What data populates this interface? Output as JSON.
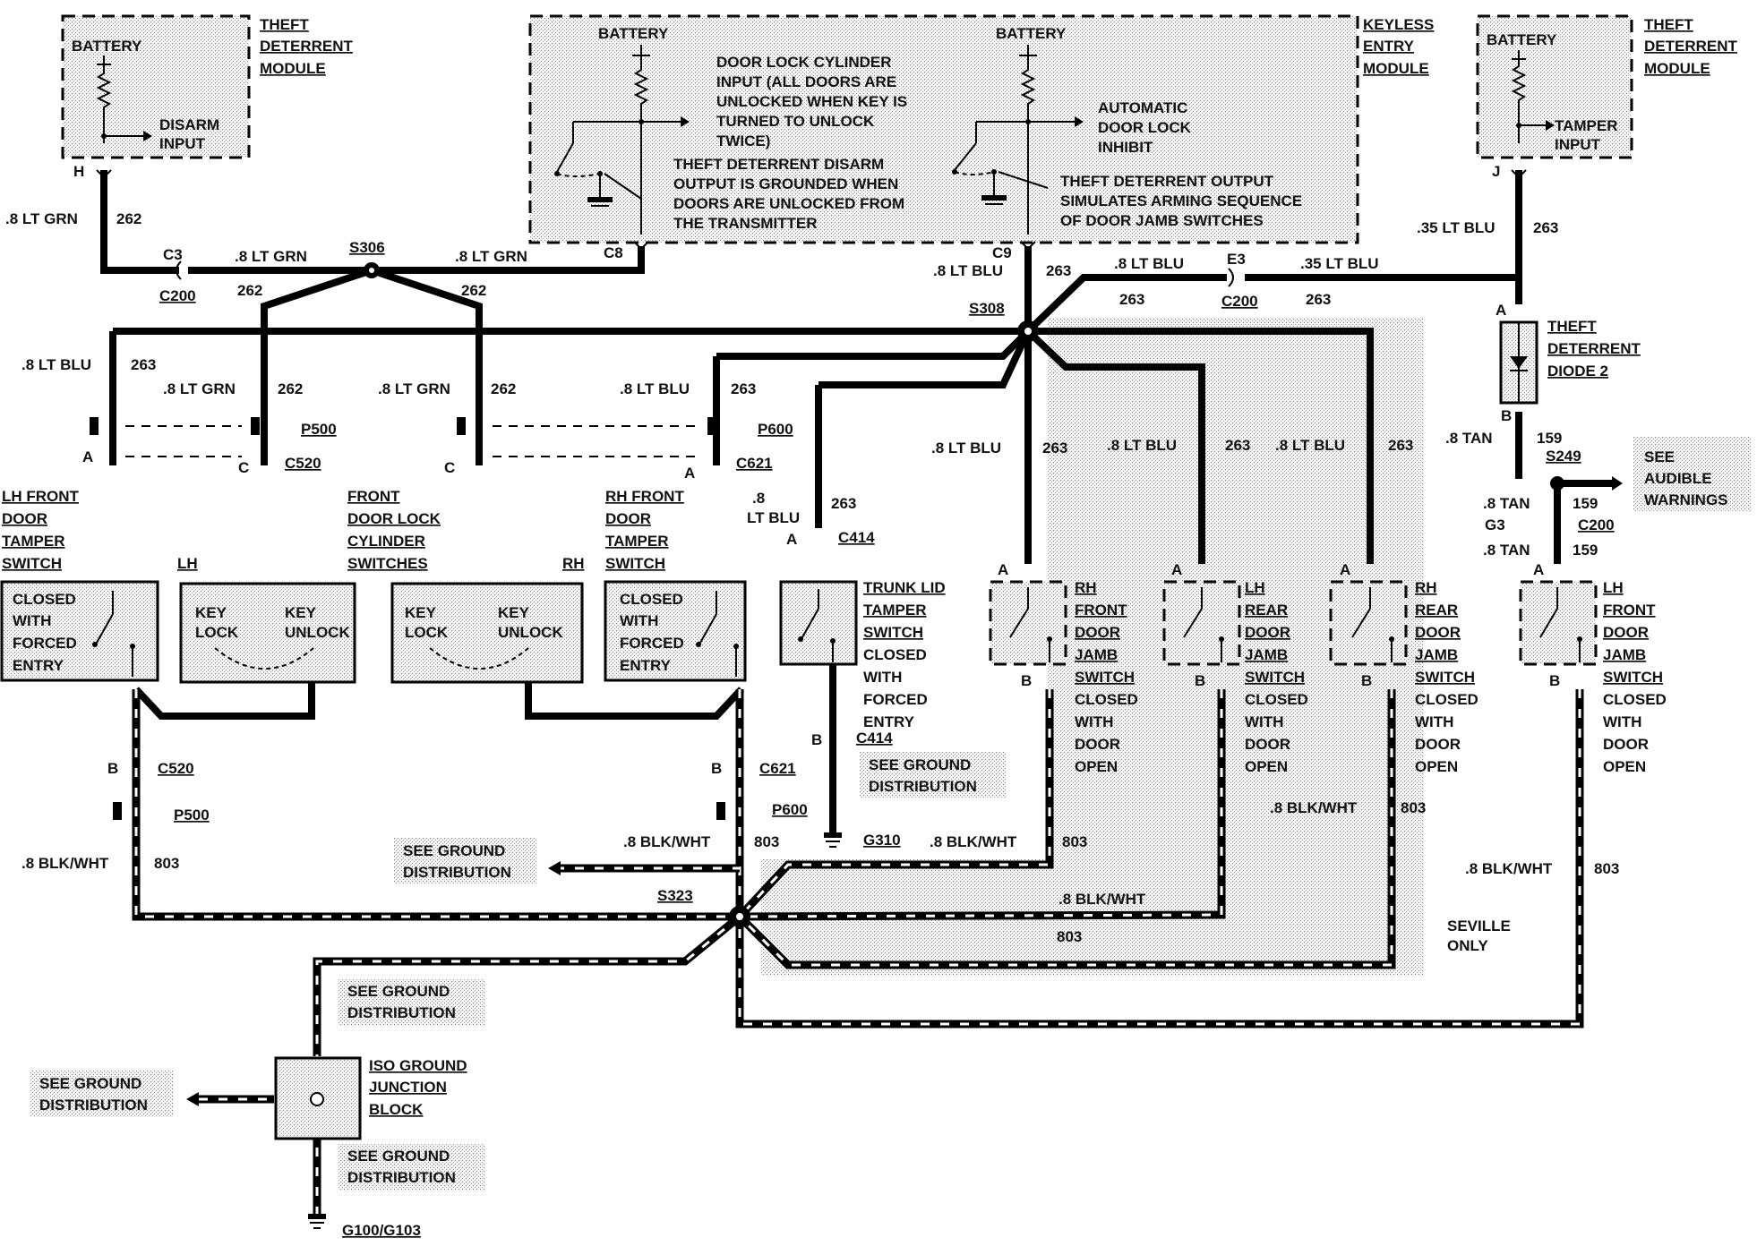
{
  "modules": {
    "tdm_left": {
      "battery": "BATTERY",
      "input": [
        "DISARM",
        "INPUT"
      ],
      "name": [
        "THEFT",
        "DETERRENT",
        "MODULE"
      ],
      "pin": "H"
    },
    "tdm_right": {
      "battery": "BATTERY",
      "input": [
        "TAMPER",
        "INPUT"
      ],
      "name": [
        "THEFT",
        "DETERRENT",
        "MODULE"
      ],
      "pin": "J"
    },
    "keyless": {
      "name": [
        "KEYLESS",
        "ENTRY",
        "MODULE"
      ],
      "battery_a": "BATTERY",
      "battery_b": "BATTERY",
      "note_cyl": [
        "DOOR  LOCK CYLINDER",
        "INPUT  (ALL DOORS ARE",
        "UNLOCKED WHEN KEY IS",
        "TURNED TO UNLOCK",
        "TWICE)"
      ],
      "note_disarm": [
        "THEFT DETERRENT DISARM",
        "OUTPUT IS GROUNDED WHEN",
        "DOORS ARE UNLOCKED FROM",
        "THE TRANSMITTER"
      ],
      "note_auto": [
        "AUTOMATIC",
        "DOOR LOCK",
        "INHIBIT"
      ],
      "note_output": [
        "THEFT DETERRENT OUTPUT",
        "SIMULATES ARMING SEQUENCE",
        "OF DOOR JAMB SWITCHES"
      ],
      "pin_c8": "C8",
      "pin_c9": "C9"
    }
  },
  "wires": {
    "lt_grn_8": ".8 LT GRN",
    "lt_blu_8": ".8 LT BLU",
    "lt_blu_35": ".35 LT BLU",
    "tan_8": ".8 TAN",
    "blk_wht_8": ".8 BLK/WHT",
    "c262": "262",
    "c263": "263",
    "c159": "159",
    "c803": "803",
    "lt_8": ".8",
    "lt_blu": "LT BLU"
  },
  "connectors": {
    "c3": "C3",
    "c200": "C200",
    "e3": "E3",
    "g3": "G3",
    "s306": "S306",
    "s308": "S308",
    "s249": "S249",
    "s323": "S323",
    "p500": "P500",
    "p600": "P600",
    "c520": "C520",
    "c621": "C621",
    "c414": "C414",
    "g310": "G310",
    "g100": "G100/G103",
    "pin_a": "A",
    "pin_b": "B",
    "pin_c": "C"
  },
  "components": {
    "lh_tamper": [
      "LH FRONT",
      "DOOR",
      "TAMPER",
      "SWITCH"
    ],
    "lh_tamper_state": [
      "CLOSED",
      "WITH",
      "FORCED",
      "ENTRY"
    ],
    "lock_cyl": [
      "FRONT",
      "DOOR LOCK",
      "CYLINDER",
      "SWITCHES"
    ],
    "lh": "LH",
    "rh": "RH",
    "key_lock": [
      "KEY",
      "LOCK"
    ],
    "key_unlock": [
      "KEY",
      "UNLOCK"
    ],
    "rh_tamper": [
      "RH FRONT",
      "DOOR",
      "TAMPER",
      "SWITCH"
    ],
    "rh_tamper_state": [
      "CLOSED",
      "WITH",
      "FORCED",
      "ENTRY"
    ],
    "trunk": [
      "TRUNK LID",
      "TAMPER",
      "SWITCH",
      "CLOSED",
      "WITH",
      "FORCED",
      "ENTRY"
    ],
    "rh_front_jamb": [
      "RH",
      "FRONT",
      "DOOR",
      "JAMB",
      "SWITCH",
      "CLOSED",
      "WITH",
      "DOOR",
      "OPEN"
    ],
    "lh_rear_jamb": [
      "LH",
      "REAR",
      "DOOR",
      "JAMB",
      "SWITCH",
      "CLOSED",
      "WITH",
      "DOOR",
      "OPEN"
    ],
    "rh_rear_jamb": [
      "RH",
      "REAR",
      "DOOR",
      "JAMB",
      "SWITCH",
      "CLOSED",
      "WITH",
      "DOOR",
      "OPEN"
    ],
    "lh_front_jamb": [
      "LH",
      "FRONT",
      "DOOR",
      "JAMB",
      "SWITCH",
      "CLOSED",
      "WITH",
      "DOOR",
      "OPEN"
    ],
    "diode": [
      "THEFT",
      "DETERRENT",
      "DIODE 2"
    ],
    "audible": [
      "SEE",
      "AUDIBLE",
      "WARNINGS"
    ],
    "iso": [
      "ISO GROUND",
      "JUNCTION",
      "BLOCK"
    ]
  },
  "notes": {
    "see_ground": [
      "SEE GROUND",
      "DISTRIBUTION"
    ],
    "seville": [
      "SEVILLE",
      "ONLY"
    ]
  }
}
